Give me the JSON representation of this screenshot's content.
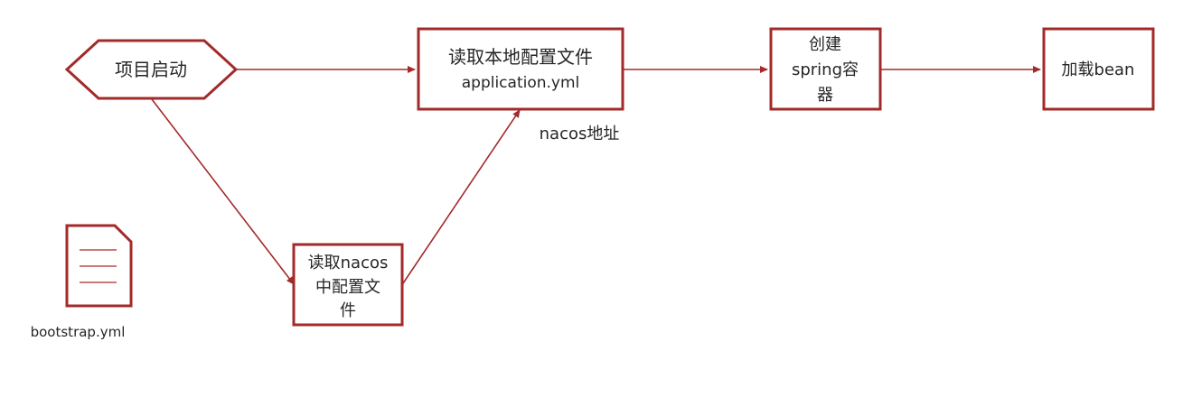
{
  "colors": {
    "stroke": "#a32a2a",
    "text": "#262626",
    "background": "#ffffff"
  },
  "nodes": {
    "start": {
      "label": "项目启动",
      "shape": "hexagon"
    },
    "read_nacos": {
      "lines": [
        "读取nacos",
        "中配置文",
        "件"
      ]
    },
    "read_local": {
      "lines": [
        "读取本地配置文件",
        "application.yml"
      ]
    },
    "create_spring": {
      "lines": [
        "创建",
        "spring容",
        "器"
      ]
    },
    "load_bean": {
      "label": "加载bean"
    }
  },
  "file_icon": {
    "icon": "document-icon",
    "caption": "bootstrap.yml"
  },
  "edge_labels": {
    "nacos_address": "nacos地址"
  }
}
